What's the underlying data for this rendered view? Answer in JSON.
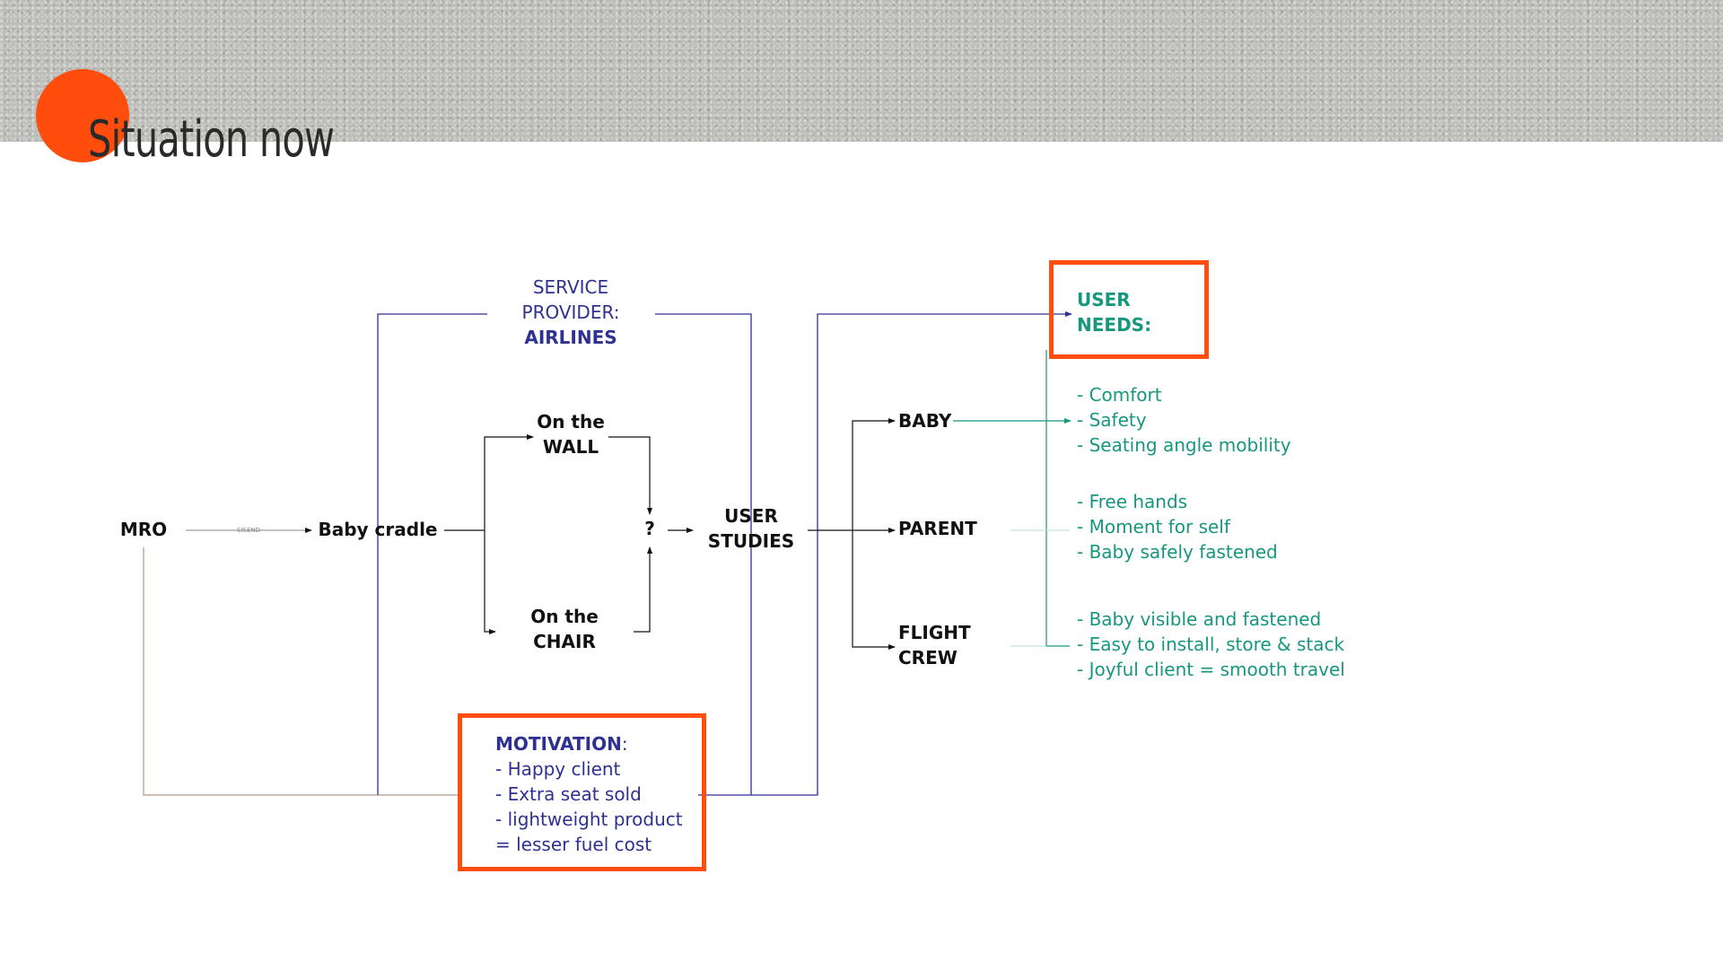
{
  "page": {
    "title": "Situation now"
  },
  "nodes": {
    "mro": "MRO",
    "connector": "SISEND",
    "baby_cradle": "Baby cradle",
    "service_provider_1": "SERVICE",
    "service_provider_2": "PROVIDER:",
    "airlines": "AIRLINES",
    "wall_1": "On the",
    "wall_2": "WALL",
    "chair_1": "On the",
    "chair_2": "CHAIR",
    "question": "?",
    "user_studies_1": "USER",
    "user_studies_2": "STUDIES",
    "baby": "BABY",
    "parent": "PARENT",
    "flight_crew_1": "FLIGHT",
    "flight_crew_2": "CREW"
  },
  "user_needs": {
    "title_1": "USER",
    "title_2": "NEEDS:",
    "baby": [
      "- Comfort",
      "- Safety",
      "- Seating angle mobility"
    ],
    "parent": [
      "- Free hands",
      "- Moment for self",
      "- Baby safely fastened"
    ],
    "crew": [
      "- Baby visible and fastened",
      "- Easy to install, store & stack",
      "- Joyful client = smooth travel"
    ]
  },
  "motivation": {
    "title": "MOTIVATION",
    "colon": ":",
    "items": [
      "- Happy client",
      "- Extra seat sold",
      "- lightweight product",
      "= lesser fuel cost"
    ]
  },
  "colors": {
    "accent": "#ff4d0d",
    "navy": "#2e3192",
    "teal": "#16977e",
    "brown": "#c4a898"
  }
}
